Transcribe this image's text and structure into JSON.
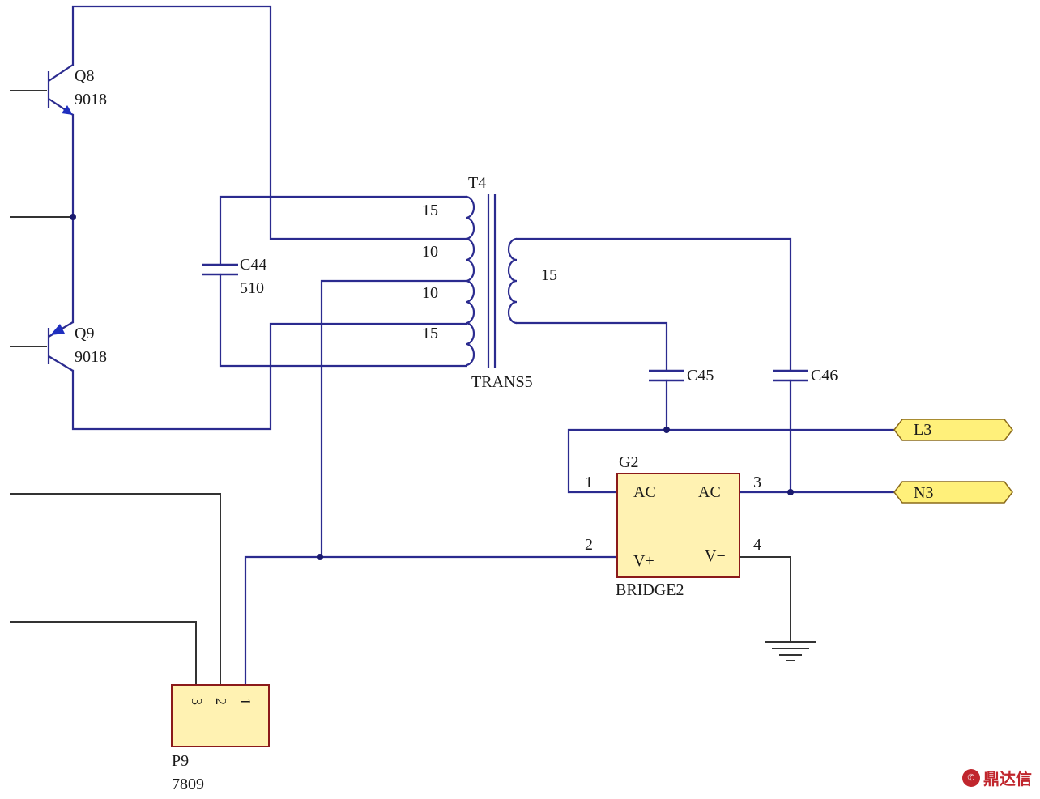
{
  "components": {
    "q8": {
      "ref": "Q8",
      "value": "9018"
    },
    "q9": {
      "ref": "Q9",
      "value": "9018"
    },
    "c44": {
      "ref": "C44",
      "value": "510"
    },
    "c45": {
      "ref": "C45"
    },
    "c46": {
      "ref": "C46"
    },
    "t4": {
      "ref": "T4",
      "type": "TRANS5",
      "primary_turns": [
        "15",
        "10",
        "10",
        "15"
      ],
      "secondary_turns": "15"
    },
    "g2": {
      "ref": "G2",
      "type": "BRIDGE2",
      "pins": {
        "ac_left": "AC",
        "ac_right": "AC",
        "v_plus": "V+",
        "v_minus": "V−"
      },
      "pin_numbers": [
        "1",
        "2",
        "3",
        "4"
      ]
    },
    "p9": {
      "ref": "P9",
      "value": "7809",
      "pin_numbers": [
        "3",
        "2",
        "1"
      ]
    }
  },
  "ports": {
    "l3": "L3",
    "n3": "N3"
  },
  "colors": {
    "wire": "#2b2b8f",
    "box_fill": "#fff2b2",
    "box_border": "#8b1a1a",
    "port_fill": "#fff07a"
  }
}
